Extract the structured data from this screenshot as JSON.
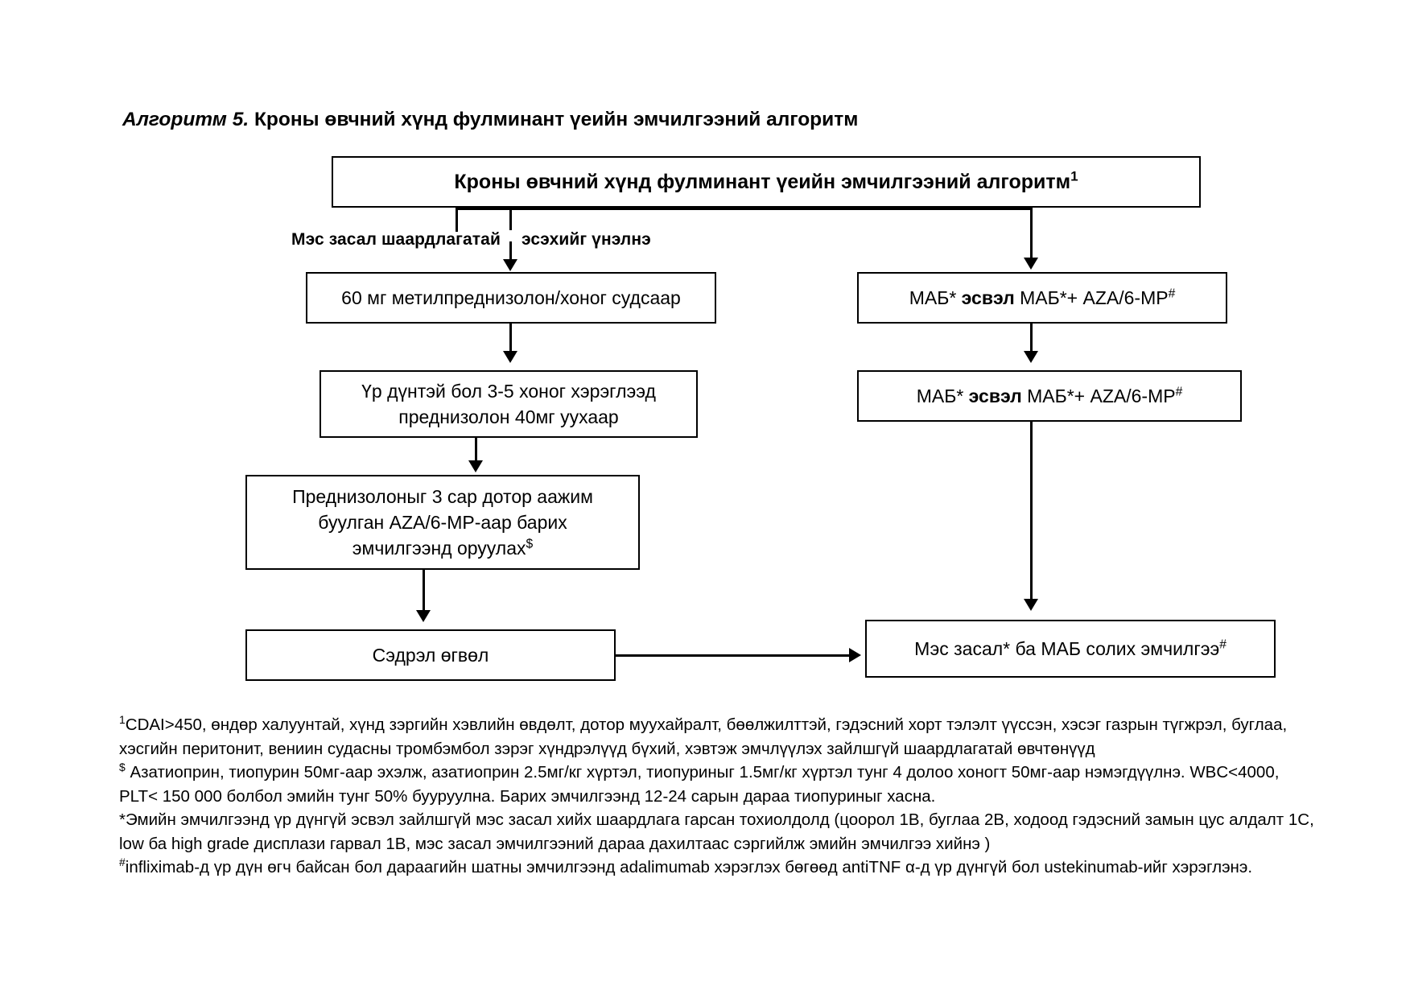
{
  "caption": {
    "prefix": "Алгоритм 5.",
    "title": "Кроны өвчний хүнд фулминант үеийн эмчилгээний алгоритм"
  },
  "flowchart": {
    "title_box": {
      "text": "Кроны өвчний хүнд фулминант үеийн эмчилгээний алгоритм",
      "sup": "1"
    },
    "branch_label": {
      "left": "Мэс засал шаардлагатай",
      "right": "эсэхийг үнэлнэ"
    },
    "left_column": [
      {
        "id": "methylprednisolone",
        "text": "60 мг метилпреднизолон/хоног судсаар"
      },
      {
        "id": "prednisolone-oral",
        "line1": "Үр дүнтэй бол 3-5 хоног хэрэглээд",
        "line2": "преднизолон 40мг уухаар"
      },
      {
        "id": "prednisolone-taper",
        "line1": "Преднизолоныг 3 сар дотор аажим",
        "line2": "буулган AZA/6-MP-аар барих",
        "line3": "эмчилгээнд оруулах",
        "sup": "$"
      },
      {
        "id": "relapse",
        "text": "Сэдрэл өгвөл"
      }
    ],
    "right_column": [
      {
        "id": "mab-1",
        "pre": "МАБ*",
        "strong": "эсвэл",
        "post": "МАБ*+ AZA/6-MP",
        "sup": "#"
      },
      {
        "id": "mab-2",
        "pre": "МАБ*",
        "strong": "эсвэл",
        "post": "МАБ*+ AZA/6-MP",
        "sup": "#"
      },
      {
        "id": "surgery",
        "pre": "Мэс засал* ба МАБ солих эмчилгээ",
        "sup": "#"
      }
    ]
  },
  "footnotes": [
    {
      "sup": "1",
      "text": "CDAI>450, өндөр халуунтай, хүнд зэргийн хэвлийн өвдөлт, дотор муухайралт, бөөлжилттэй, гэдэсний хорт тэлэлт үүссэн, хэсэг газрын түгжрэл, буглаа, хэсгийн перитонит, вениин судасны тромбэмбол зэрэг хүндрэлүүд бүхий, хэвтэж эмчлүүлэх зайлшгүй шаардлагатай өвчтөнүүд"
    },
    {
      "sup": "$",
      "text": " Азатиоприн, тиопурин 50мг-аар эхэлж, азатиоприн 2.5мг/кг хүртэл, тиопуриныг 1.5мг/кг хүртэл тунг 4 долоо хоногт  50мг-аар нэмэгдүүлнэ. WBC<4000, PLT< 150 000 болбол эмийн тунг 50% бууруулна. Барих эмчилгээнд 12-24 сарын дараа тиопуриныг хасна."
    },
    {
      "sup": "",
      "text": "*Эмийн эмчилгээнд үр дүнгүй эсвэл зайлшгүй мэс засал хийх шаардлага гарсан тохиолдолд (цоорол 1В, буглаа 2В, ходоод гэдэсний замын цус алдалт 1С, low ба high grade дисплази гарвал 1В, мэс засал эмчилгээний дараа дахилтаас сэргийлж эмийн эмчилгээ хийнэ )"
    },
    {
      "sup": "#",
      "text": "infliximab-д үр дүн өгч байсан бол дараагийн шатны эмчилгээнд adalimumab хэрэглэх бөгөөд antiTNF α-д үр дүнгүй бол ustekinumab-ийг хэрэглэнэ."
    }
  ]
}
